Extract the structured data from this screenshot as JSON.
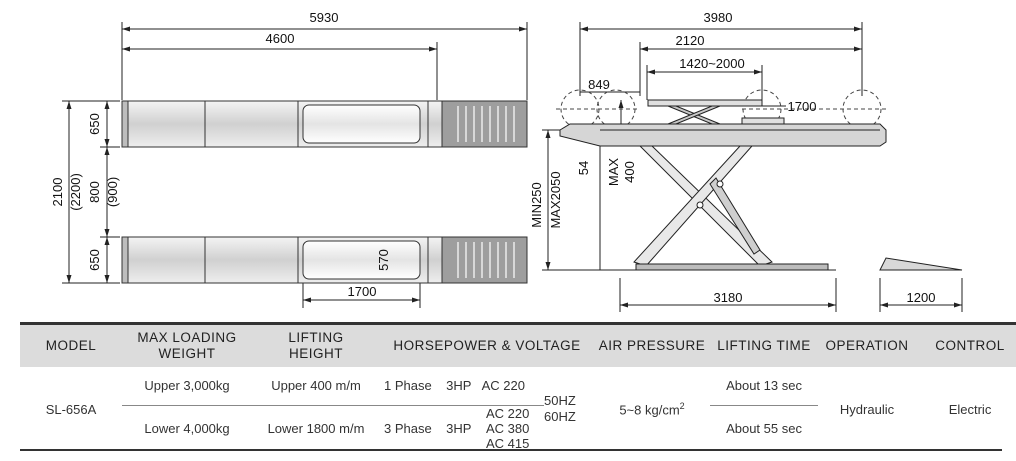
{
  "top_view": {
    "dim_total_length": "5930",
    "dim_platform_length": "4600",
    "dim_width_total": "2100",
    "dim_width_total_alt": "(2200)",
    "dim_gap": "800",
    "dim_gap_alt": "(900)",
    "dim_platform_width_top": "650",
    "dim_platform_width_bottom": "650",
    "dim_pad_width": "570",
    "dim_pad_length": "1700"
  },
  "side_view": {
    "dim_total_length": "3980",
    "dim_arm_span": "2120",
    "dim_wheelbase": "1420~2000",
    "dim_wheel_offset": "849",
    "dim_jack": "1700",
    "dim_min_height": "MIN250",
    "dim_max_height": "MAX2050",
    "dim_jack_height": "54",
    "dim_jack_max": "MAX",
    "dim_jack_max_value": "400",
    "dim_base_length": "3180"
  },
  "ramp_view": {
    "dim_ramp_length": "1200"
  },
  "spec_table": {
    "headers": {
      "model": "MODEL",
      "max_loading_weight_1": "MAX LOADING",
      "max_loading_weight_2": "WEIGHT",
      "lifting_height_1": "LIFTING",
      "lifting_height_2": "HEIGHT",
      "horsepower_voltage": "HORSEPOWER & VOLTAGE",
      "air_pressure": "AIR PRESSURE",
      "lifting_time": "LIFTING TIME",
      "operation": "OPERATION",
      "control": "CONTROL"
    },
    "model": "SL-656A",
    "upper_weight": "Upper  3,000kg",
    "lower_weight": "Lower 4,000kg",
    "upper_height": "Upper 400 m/m",
    "lower_height": "Lower 1800 m/m",
    "phase1": "1 Phase",
    "phase1_hp": "3HP",
    "phase1_voltage": "AC 220",
    "phase3": "3 Phase",
    "phase3_hp": "3HP",
    "phase3_voltage_1": "AC 220",
    "phase3_voltage_2": "AC 380",
    "phase3_voltage_3": "AC 415",
    "freq_1": "50HZ",
    "freq_2": "60HZ",
    "air_pressure_value": "5~8 kg/cm",
    "air_pressure_exp": "2",
    "upper_time": "About 13 sec",
    "lower_time": "About 55 sec",
    "operation": "Hydraulic",
    "control": "Electric"
  }
}
